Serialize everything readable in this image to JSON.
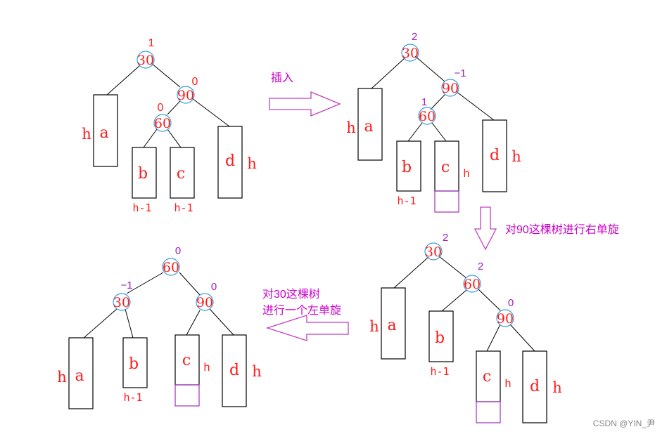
{
  "panels": {
    "before": {
      "nodes": {
        "n30": "30",
        "n90": "90",
        "n60": "60"
      },
      "bf": {
        "n30": "1",
        "n90": "0",
        "n60": "0"
      },
      "boxes": {
        "a": "a",
        "b": "b",
        "c": "c",
        "d": "d"
      },
      "heights": {
        "a": "h",
        "d": "h",
        "b": "h-1",
        "c": "h-1"
      }
    },
    "after_insert": {
      "nodes": {
        "n30": "30",
        "n90": "90",
        "n60": "60"
      },
      "bf": {
        "n30": "2",
        "n90": "−1",
        "n60": "1"
      },
      "boxes": {
        "a": "a",
        "b": "b",
        "c": "c",
        "d": "d"
      },
      "heights": {
        "a": "h",
        "c": "h",
        "d": "h",
        "b": "h-1"
      }
    },
    "after_right_rotation": {
      "nodes": {
        "n30": "30",
        "n60": "60",
        "n90": "90"
      },
      "bf": {
        "n30": "2",
        "n60": "2",
        "n90": "0"
      },
      "boxes": {
        "a": "a",
        "b": "b",
        "c": "c",
        "d": "d"
      },
      "heights": {
        "a": "h",
        "c": "h",
        "d": "h",
        "b": "h-1"
      }
    },
    "final": {
      "nodes": {
        "n60": "60",
        "n30": "30",
        "n90": "90"
      },
      "bf": {
        "n60": "0",
        "n30": "−1",
        "n90": "0"
      },
      "boxes": {
        "a": "a",
        "b": "b",
        "c": "c",
        "d": "d"
      },
      "heights": {
        "a": "h",
        "c": "h",
        "d": "h",
        "b": "h-1"
      }
    }
  },
  "captions": {
    "insert": "插入",
    "right_rotate": "对90这棵树进行右单旋",
    "left_rotate_line1": "对30这棵树",
    "left_rotate_line2": "进行一个左单旋"
  },
  "watermark": "CSDN @YIN_尹",
  "colors": {
    "node_text": "#ff1a1a",
    "balance_factor_purple": "#a020c0",
    "caption": "#cc00cc",
    "node_circle": "#3aa0e0",
    "arrow": "#c040c0"
  }
}
